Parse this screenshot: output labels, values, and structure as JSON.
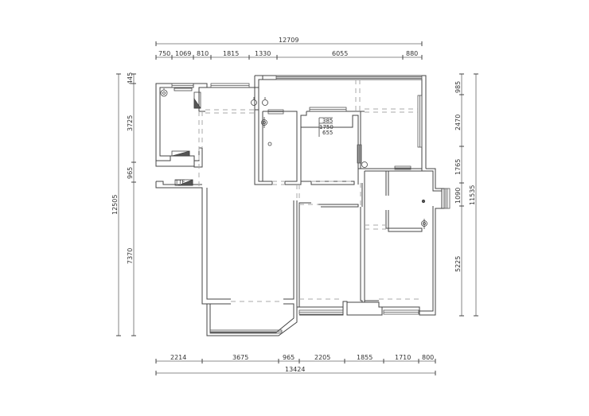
{
  "drawing": {
    "type": "floor-plan",
    "line_color": "#444444",
    "background": "#ffffff"
  },
  "dimensions": {
    "top_total": "12709",
    "top_segments": [
      "750",
      "1069",
      "810",
      "1815",
      "1330",
      "6055",
      "880"
    ],
    "bottom_total": "13424",
    "bottom_segments": [
      "2214",
      "3675",
      "965",
      "2205",
      "1855",
      "1710",
      "800"
    ],
    "left_total": "12505",
    "left_segments": [
      "445",
      "3725",
      "965",
      "7370"
    ],
    "right_total": "11535",
    "right_segments": [
      "985",
      "2470",
      "1765",
      "1090",
      "5225"
    ]
  },
  "annotations": {
    "room_note_lines": [
      "385",
      "1750",
      "655"
    ]
  }
}
